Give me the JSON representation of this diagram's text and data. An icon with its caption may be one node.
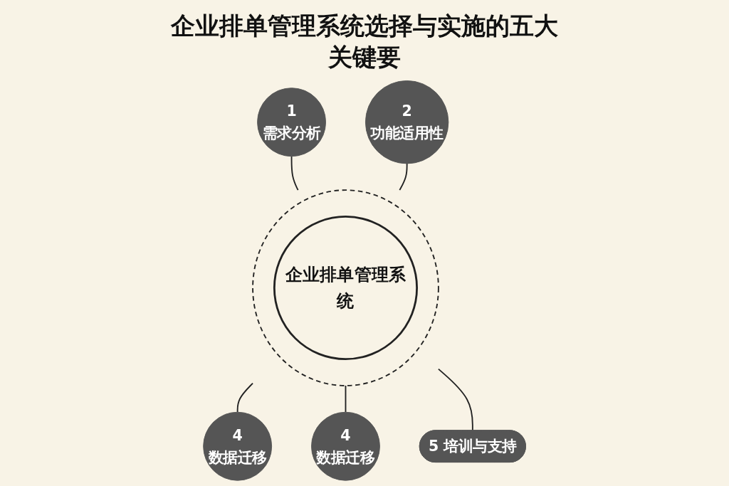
{
  "diagram": {
    "title": "企业排单管理系统选择与实施的五大关键要",
    "nodes": [
      {
        "text": [],
        "shape": "circle"
      },
      {
        "text": [
          "企业排单管理系统"
        ],
        "in": 0
      },
      {
        "text": [
          "1",
          "需求分析"
        ]
      },
      {
        "text": [
          "2",
          "功能适用性"
        ]
      },
      {
        "text": [
          "4",
          "数据迁移"
        ]
      },
      {
        "text": [
          "4",
          "数据迁移"
        ]
      },
      {
        "text": [
          "5 培训与支持"
        ]
      }
    ],
    "edges": [
      {
        "from": 2,
        "to": 0,
        "arrow": "none"
      },
      {
        "from": 3,
        "to": 0,
        "arrow": "none"
      },
      {
        "from": 0,
        "to": 4,
        "arrow": "none"
      },
      {
        "from": 0,
        "to": 5,
        "arrow": "none"
      },
      {
        "from": 0,
        "to": 6,
        "arrow": "none"
      }
    ]
  }
}
